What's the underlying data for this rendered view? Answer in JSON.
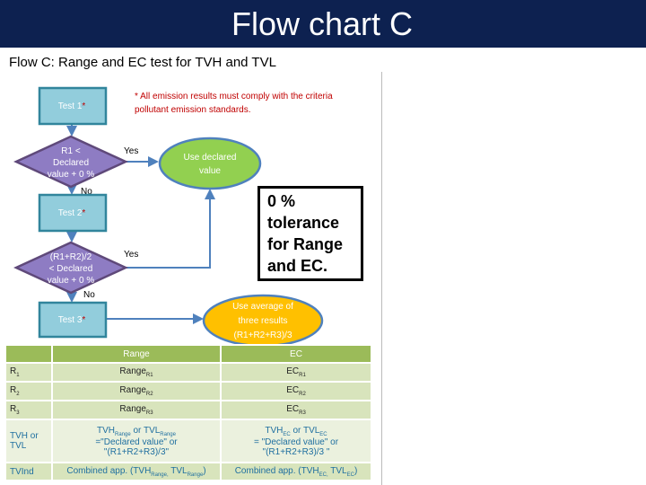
{
  "title": "Flow chart C",
  "subtitle": "Flow C: Range and EC test for TVH and TVL",
  "note": "* All emission results must comply with the criteria pollutant emission standards.",
  "flow": {
    "test1": "Test 1",
    "test2": "Test 2",
    "test3": "Test 3",
    "asterisk": "*",
    "d1": [
      "R1 <",
      "Declared",
      "value + 0 %"
    ],
    "d2": [
      "(R1+R2)/2",
      "< Declared",
      "value + 0 %"
    ],
    "yes": "Yes",
    "no": "No",
    "use_declared": [
      "Use declared",
      "value"
    ],
    "use_average": [
      "Use average of",
      "three results",
      "(R1+R2+R3)/3"
    ],
    "tolerance": "0 % tolerance for Range and EC."
  },
  "table": {
    "headers": [
      "",
      "Range",
      "EC"
    ],
    "rows": [
      {
        "label": "R",
        "label_sub": "1",
        "range": "Range",
        "range_sub": "R1",
        "ec": "EC",
        "ec_sub": "R1"
      },
      {
        "label": "R",
        "label_sub": "2",
        "range": "Range",
        "range_sub": "R2",
        "ec": "EC",
        "ec_sub": "R2"
      },
      {
        "label": "R",
        "label_sub": "3",
        "range": "Range",
        "range_sub": "R3",
        "ec": "EC",
        "ec_sub": "R3"
      }
    ],
    "tv": {
      "label": "TVH or TVL",
      "range_a": "TVH",
      "range_s": "Range",
      "range_b": " or TVL",
      "range_line2": "=\"Declared value\"  or",
      "range_line3": "\"(R1+R2+R3)/3\"",
      "ec_a": "TVH",
      "ec_s": "EC",
      "ec_b": " or TVL",
      "ec_line2": "= \"Declared value\"  or",
      "ec_line3": "\"(R1+R2+R3)/3 \""
    },
    "ind": {
      "label": "TVInd",
      "range_a": "Combined app. (TVH",
      "range_s1": "Range,",
      "range_b": " TVL",
      "range_s2": "Range",
      "range_c": ")",
      "ec_a": "Combined app. (TVH",
      "ec_s1": "EC,",
      "ec_b": " TVL",
      "ec_s2": "EC",
      "ec_c": ")"
    }
  }
}
